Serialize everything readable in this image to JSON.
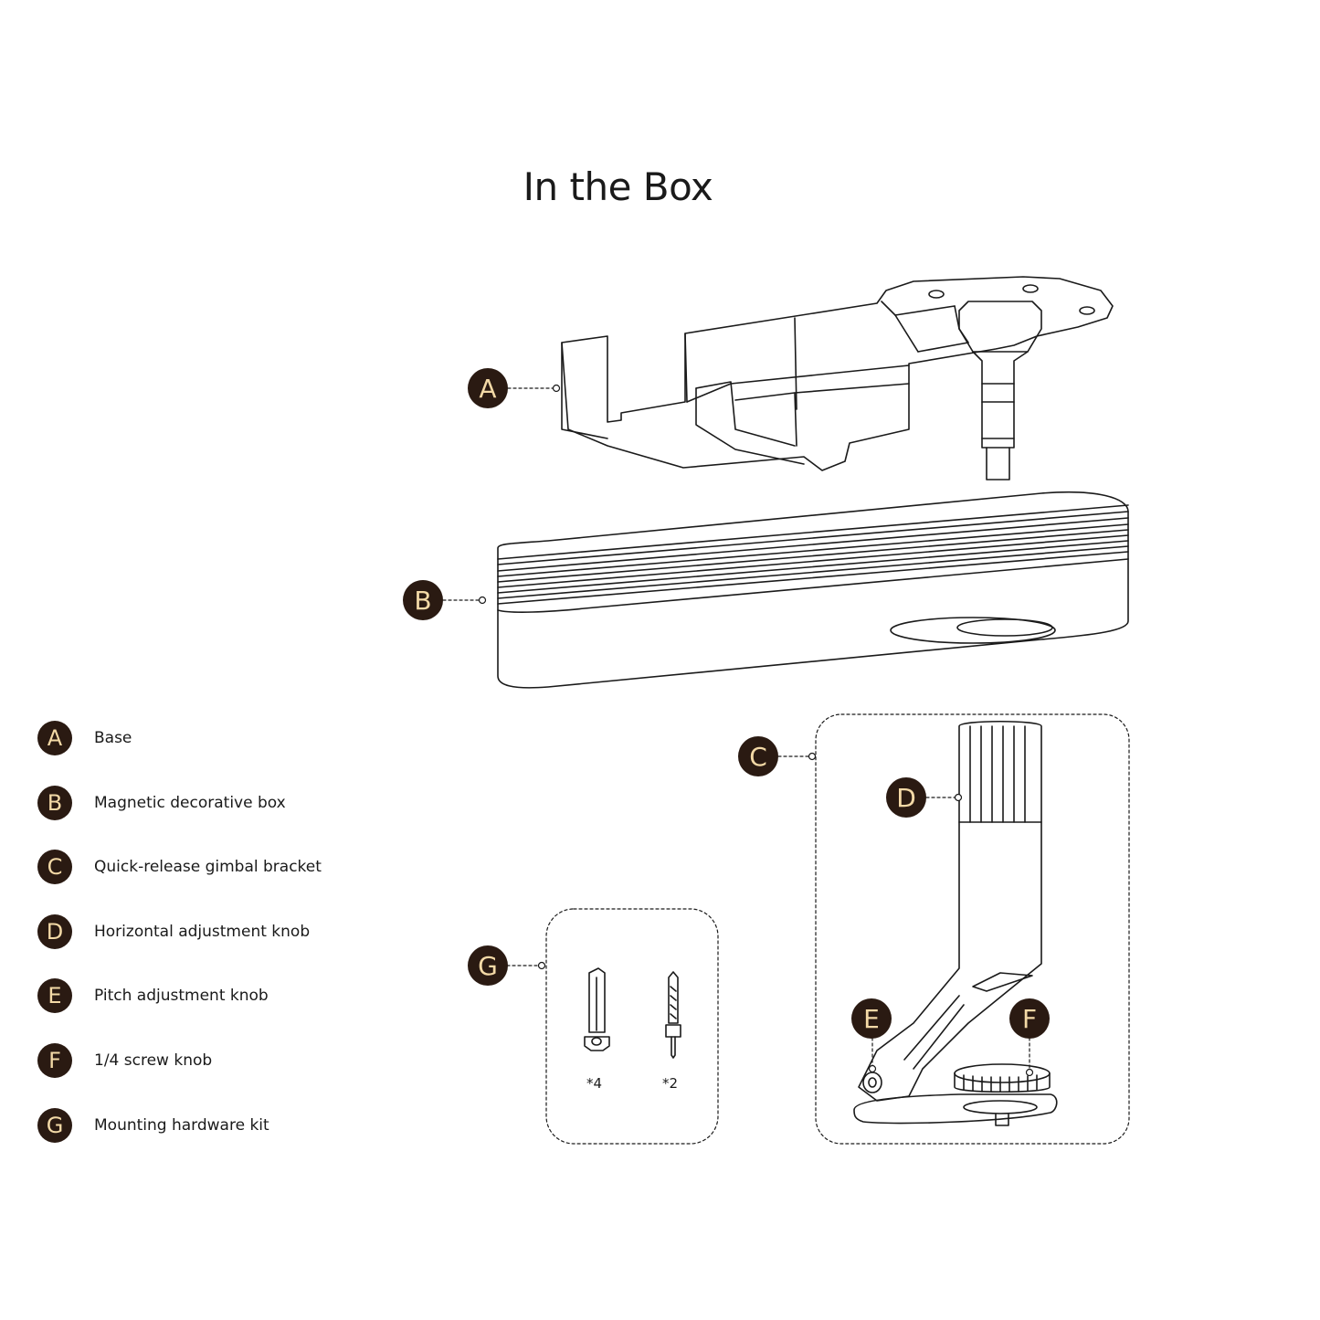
{
  "title": "In the Box",
  "legend": [
    {
      "letter": "A",
      "label": "Base"
    },
    {
      "letter": "B",
      "label": "Magnetic decorative box"
    },
    {
      "letter": "C",
      "label": "Quick-release gimbal bracket"
    },
    {
      "letter": "D",
      "label": "Horizontal adjustment knob"
    },
    {
      "letter": "E",
      "label": "Pitch adjustment knob"
    },
    {
      "letter": "F",
      "label": "1/4 screw knob"
    },
    {
      "letter": "G",
      "label": "Mounting hardware kit"
    }
  ],
  "callouts": {
    "a": "A",
    "b": "B",
    "c": "C",
    "d": "D",
    "e": "E",
    "f": "F",
    "g": "G"
  },
  "hardware": {
    "anchor_qty": "*4",
    "screw_qty": "*2"
  },
  "colors": {
    "badge_bg": "#2a1a12",
    "badge_text": "#f3d9a6",
    "line": "#1a1a1a"
  }
}
